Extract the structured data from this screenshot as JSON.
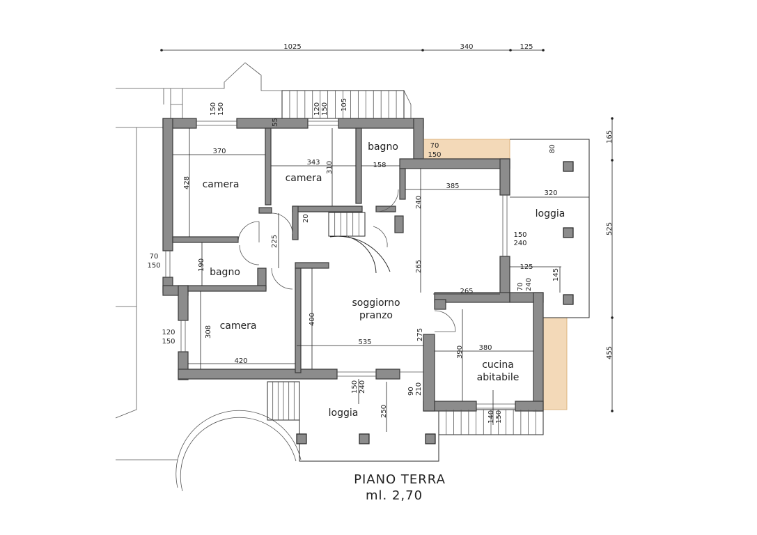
{
  "rooms": {
    "camera_1": "camera",
    "camera_2": "camera",
    "camera_3": "camera",
    "bagno_1": "bagno",
    "bagno_2": "bagno",
    "soggiorno_1": "soggiorno",
    "soggiorno_2": "pranzo",
    "cucina_1": "cucina",
    "cucina_2": "abitabile",
    "loggia_1": "loggia",
    "loggia_2": "loggia"
  },
  "title": {
    "line1": "PIANO TERRA",
    "line2": "ml. 2,70"
  },
  "dims": {
    "d1025": "1025",
    "d340": "340",
    "d125a": "125",
    "d150a": "150",
    "d150b": "150",
    "d120a": "120",
    "d150c": "150",
    "d105": "105",
    "d55": "55",
    "d370": "370",
    "d428": "428",
    "d343": "343",
    "d310": "310",
    "d158": "158",
    "d70a": "70",
    "d150d": "150",
    "d165": "165",
    "d80": "80",
    "d320": "320",
    "d525": "525",
    "d385": "385",
    "d240a": "240",
    "d20": "20",
    "d225": "225",
    "d150e": "150",
    "d240b": "240",
    "d265a": "265",
    "d125b": "125",
    "d145": "145",
    "d70b": "70",
    "d240c": "240",
    "d265b": "265",
    "d70c": "70",
    "d150f": "150",
    "d190": "190",
    "d400": "400",
    "d275": "275",
    "d535": "535",
    "d380": "380",
    "d390": "390",
    "d455": "455",
    "d120b": "120",
    "d150g": "150",
    "d308": "308",
    "d420": "420",
    "d150h": "150",
    "d240d": "240",
    "d90": "90",
    "d210": "210",
    "d250": "250",
    "d140": "140",
    "d150i": "150"
  }
}
